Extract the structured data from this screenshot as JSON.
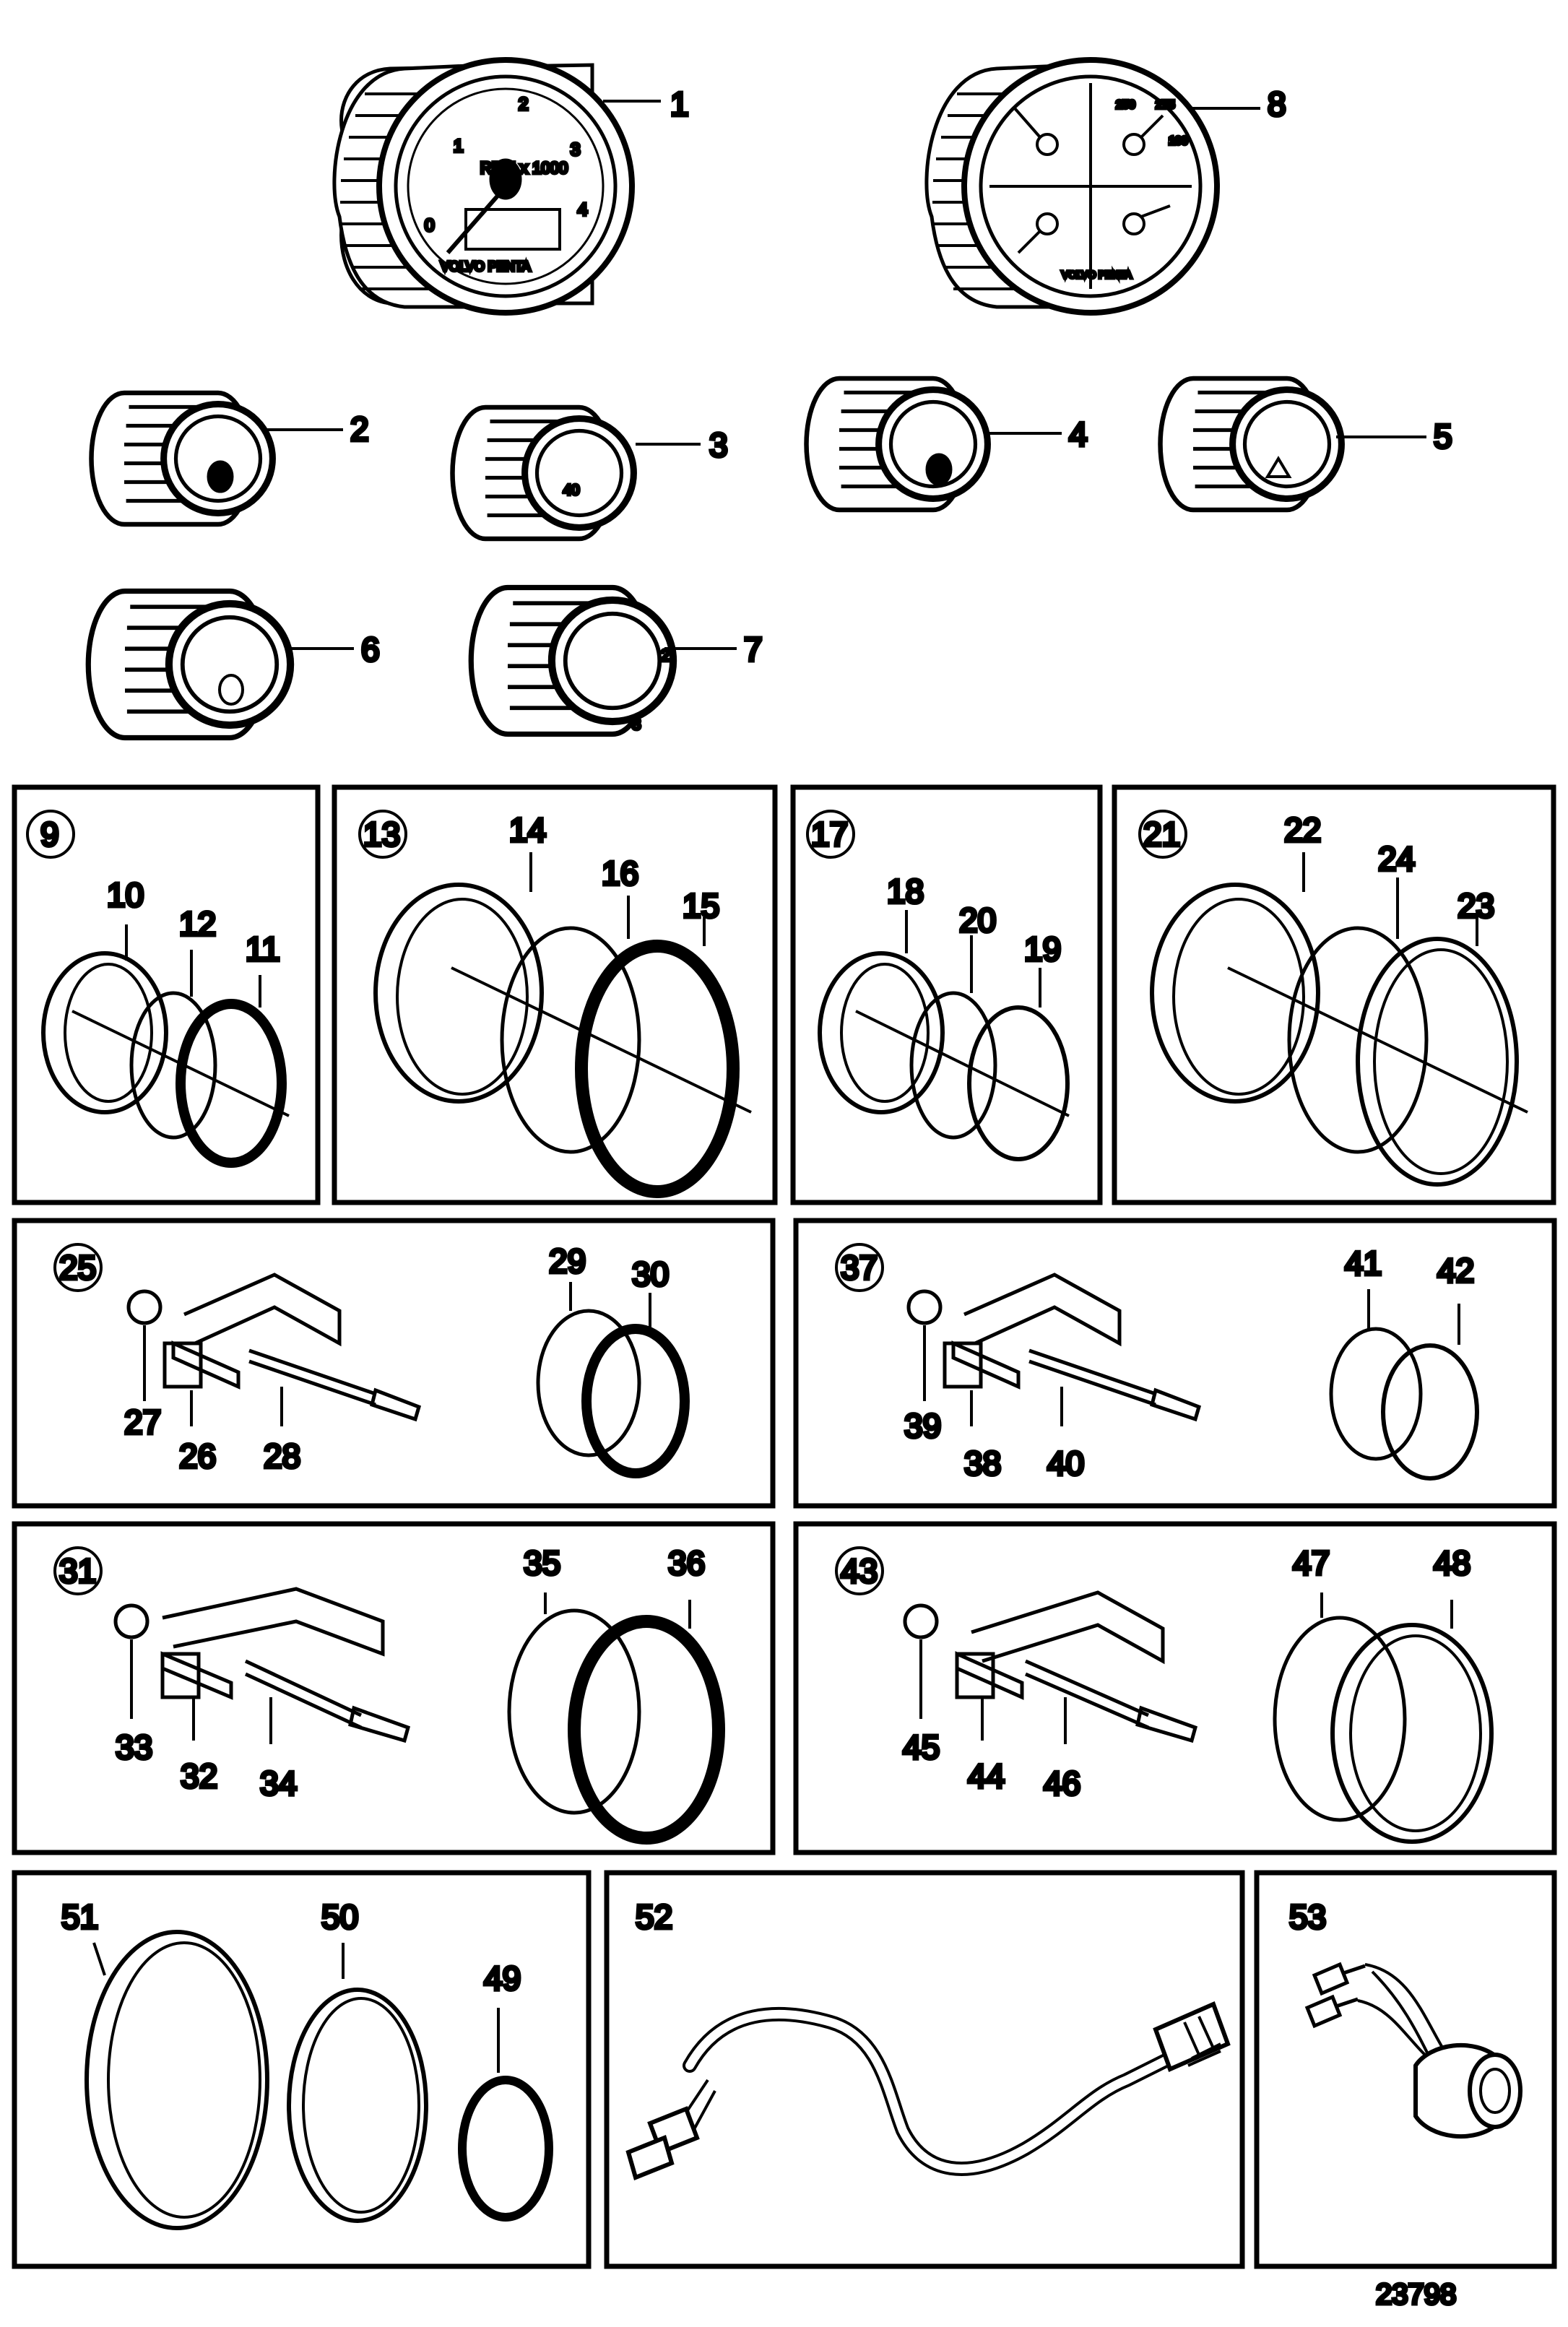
{
  "colors": {
    "ink": "#000000",
    "paper": "#ffffff"
  },
  "drawing_number": "23798",
  "gauges": [
    {
      "id": "1",
      "dial_label": "RPM x 1000",
      "scale": [
        "0",
        "1",
        "2",
        "3",
        "4"
      ],
      "brand": "VOLVO PENTA"
    },
    {
      "id": "8",
      "scale_marks": [
        "250",
        "275",
        "100"
      ],
      "brand": "VOLVO PENTA"
    },
    {
      "id": "2"
    },
    {
      "id": "3",
      "scale_marks": [
        "40"
      ]
    },
    {
      "id": "4"
    },
    {
      "id": "5"
    },
    {
      "id": "6"
    },
    {
      "id": "7",
      "scale_marks": [
        "2",
        "3"
      ]
    }
  ],
  "kits": [
    {
      "ref": "9",
      "parts": [
        "10",
        "11",
        "12"
      ]
    },
    {
      "ref": "13",
      "parts": [
        "14",
        "15",
        "16"
      ]
    },
    {
      "ref": "17",
      "parts": [
        "18",
        "19",
        "20"
      ]
    },
    {
      "ref": "21",
      "parts": [
        "22",
        "23",
        "24"
      ]
    },
    {
      "ref": "25",
      "parts": [
        "26",
        "27",
        "28",
        "29",
        "30"
      ]
    },
    {
      "ref": "37",
      "parts": [
        "38",
        "39",
        "40",
        "41",
        "42"
      ]
    },
    {
      "ref": "31",
      "parts": [
        "32",
        "33",
        "34",
        "35",
        "36"
      ]
    },
    {
      "ref": "43",
      "parts": [
        "44",
        "45",
        "46",
        "47",
        "48"
      ]
    }
  ],
  "loose_parts": [
    "49",
    "50",
    "51",
    "52",
    "53"
  ]
}
